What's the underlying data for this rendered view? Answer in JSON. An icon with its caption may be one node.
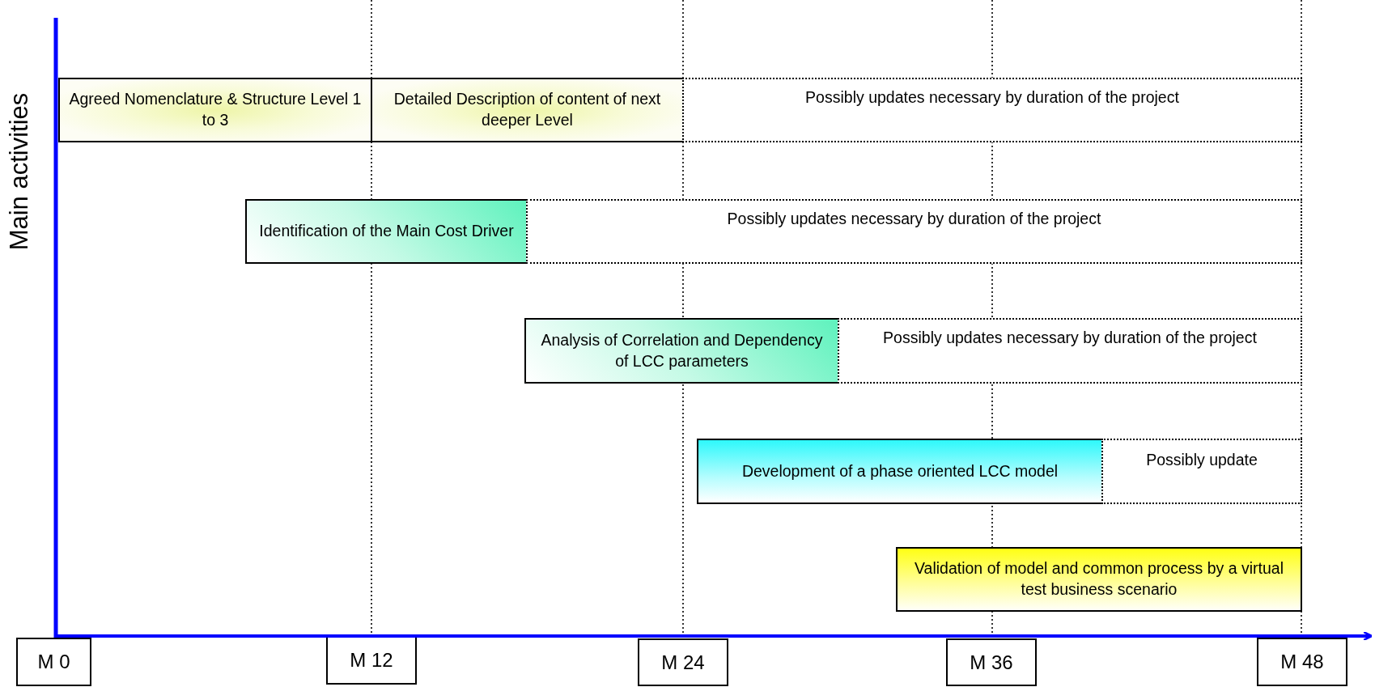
{
  "diagram": {
    "nodes": [
      {
        "text": [
          "Agreed Nomenclature & Structure Level 1 to 3"
        ]
      },
      {
        "text": [
          "Detailed Description of content of next deeper Level"
        ]
      },
      {
        "text": [
          "Possibly updates necessary by duration of the project"
        ]
      },
      {
        "text": [
          "Identification of the Main Cost Driver"
        ]
      },
      {
        "text": [
          "Possibly updates necessary by duration of the project"
        ]
      },
      {
        "text": [
          "Analysis of Correlation and Dependency of LCC parameters"
        ]
      },
      {
        "text": [
          "Possibly updates necessary by duration of the project"
        ]
      },
      {
        "text": [
          "Development of a phase oriented LCC model"
        ]
      },
      {
        "text": [
          "Possibly update"
        ]
      },
      {
        "text": [
          "Validation of model and common process by a virtual test business scenario"
        ]
      },
      {
        "text": [
          "M 0"
        ]
      },
      {
        "text": [
          "M 12"
        ]
      },
      {
        "text": [
          "M 24"
        ]
      },
      {
        "text": [
          "M 36"
        ]
      },
      {
        "text": [
          "M 48"
        ]
      }
    ],
    "labels": [
      "Main activities"
    ]
  }
}
